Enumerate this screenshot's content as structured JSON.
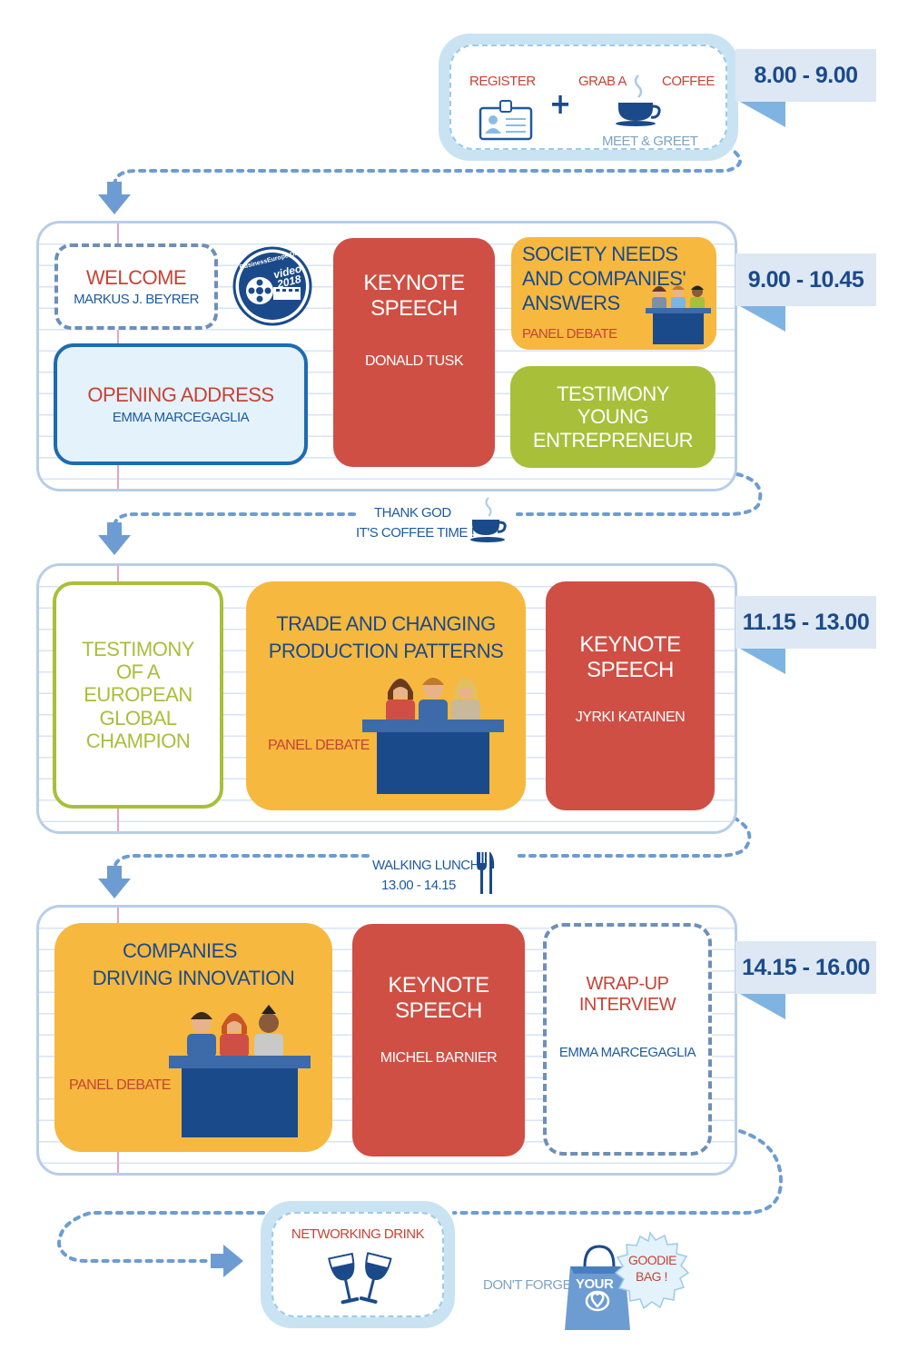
{
  "registration": {
    "register": "REGISTER",
    "plus": "+",
    "grab_a": "GRAB A",
    "coffee": "COFFEE",
    "meet_greet": "MEET & GREET",
    "time": "8.00 - 9.00"
  },
  "session1": {
    "time": "9.00 - 10.45",
    "welcome": {
      "title": "WELCOME",
      "speaker": "MARKUS J. BEYRER"
    },
    "video_badge": {
      "line1": "BusinessEurope Day",
      "line2": "video",
      "line3": "2018"
    },
    "keynote": {
      "title_1": "KEYNOTE",
      "title_2": "SPEECH",
      "speaker": "DONALD TUSK"
    },
    "society": {
      "line1": "SOCIETY NEEDS",
      "line2": "AND COMPANIES'",
      "line3": "ANSWERS",
      "label": "PANEL DEBATE"
    },
    "opening": {
      "title": "OPENING ADDRESS",
      "speaker": "EMMA MARCEGAGLIA"
    },
    "testimony": {
      "line1": "TESTIMONY",
      "line2": "YOUNG",
      "line3": "ENTREPRENEUR"
    }
  },
  "break1": {
    "line1": "THANK GOD",
    "line2": "IT'S COFFEE TIME !"
  },
  "session2": {
    "time": "11.15 - 13.00",
    "testimony": {
      "line1": "TESTIMONY",
      "line2": "OF A",
      "line3": "EUROPEAN",
      "line4": "GLOBAL",
      "line5": "CHAMPION"
    },
    "trade": {
      "line1": "TRADE AND CHANGING",
      "line2": "PRODUCTION PATTERNS",
      "label": "PANEL DEBATE"
    },
    "keynote": {
      "title_1": "KEYNOTE",
      "title_2": "SPEECH",
      "speaker": "JYRKI KATAINEN"
    }
  },
  "break2": {
    "line1": "WALKING LUNCH",
    "line2": "13.00 - 14.15"
  },
  "session3": {
    "time": "14.15 - 16.00",
    "companies": {
      "line1": "COMPANIES",
      "line2": "DRIVING INNOVATION",
      "label": "PANEL DEBATE"
    },
    "keynote": {
      "title_1": "KEYNOTE",
      "title_2": "SPEECH",
      "speaker": "MICHEL BARNIER"
    },
    "wrapup": {
      "line1": "WRAP-UP",
      "line2": "INTERVIEW",
      "speaker": "EMMA MARCEGAGLIA"
    }
  },
  "closing": {
    "networking": "NETWORKING DRINK",
    "dont_forget": "DON'T FORGET",
    "your": "YOUR",
    "goodie_1": "GOODIE",
    "goodie_2": "BAG !"
  },
  "colors": {
    "orange": "#f6b83f",
    "red": "#cf4f44",
    "green": "#a8bf3a",
    "light_blue": "#e3f2fb",
    "navy": "#1b4a8a"
  }
}
